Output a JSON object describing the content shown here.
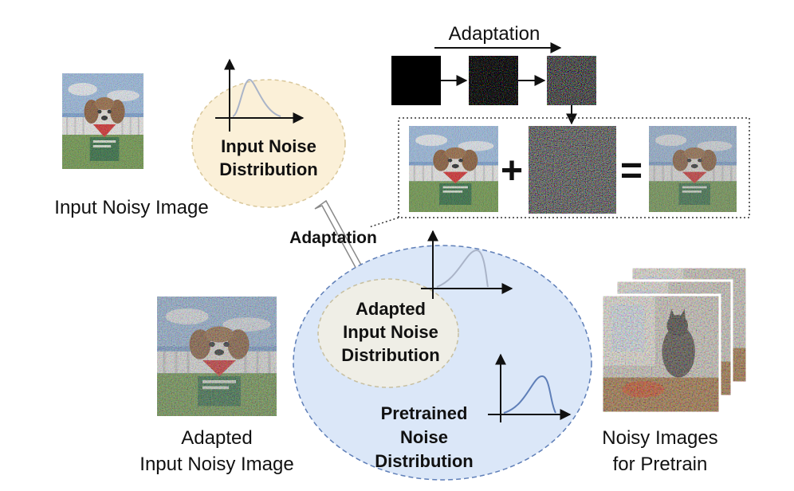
{
  "labels": {
    "input_image": "Input Noisy Image",
    "input_dist_1": "Input Noise",
    "input_dist_2": "Distribution",
    "adaptation_top": "Adaptation",
    "adaptation_mid": "Adaptation",
    "adapted_dist_1": "Adapted",
    "adapted_dist_2": "Input Noise",
    "adapted_dist_3": "Distribution",
    "pretrained_dist_1": "Pretrained",
    "pretrained_dist_2": "Noise",
    "pretrained_dist_3": "Distribution",
    "adapted_image_1": "Adapted",
    "adapted_image_2": "Input Noisy Image",
    "pretrain_images_1": "Noisy Images",
    "pretrain_images_2": "for Pretrain",
    "plus_sign": "+",
    "equals_sign": "="
  },
  "colors": {
    "input_dist_fill": "#fbf0d8",
    "input_dist_stroke": "#d9c79a",
    "pretrained_fill": "#dbe7f8",
    "pretrained_stroke": "#5f7fb8",
    "adapted_fill": "#efeee6",
    "adapted_stroke": "#c7bf9f",
    "curve_grey": "#aab4c8",
    "curve_blue": "#5f7fb8"
  },
  "icons": [
    "noisy-dog-image",
    "noise-pattern",
    "noisy-cat-image",
    "arrow"
  ]
}
